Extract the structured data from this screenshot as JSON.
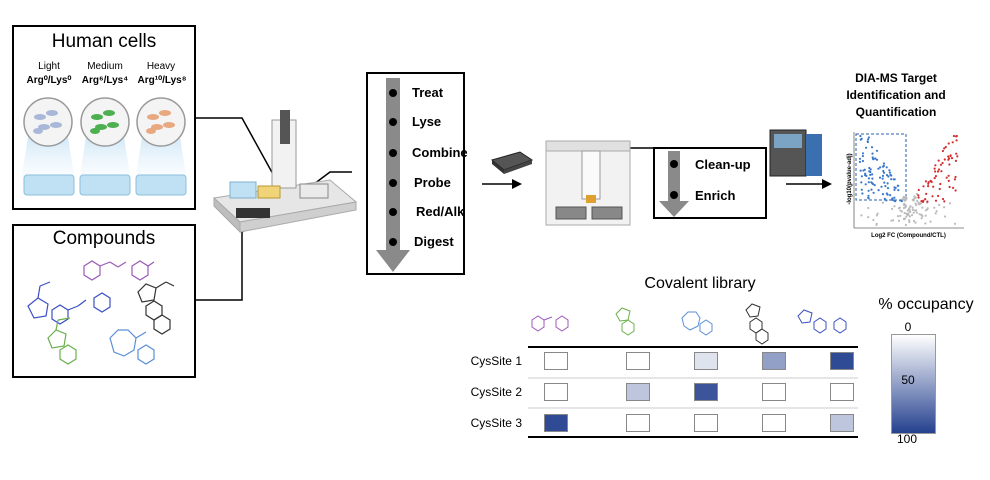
{
  "human_cells": {
    "title": "Human cells",
    "labels": [
      {
        "name": "Light",
        "iso": "Arg⁰/Lys⁰",
        "color": "#a9b8d9"
      },
      {
        "name": "Medium",
        "iso": "Arg⁶/Lys⁴",
        "color": "#4caf50"
      },
      {
        "name": "Heavy",
        "iso": "Arg¹⁰/Lys⁸",
        "color": "#e8a880"
      }
    ]
  },
  "compounds": {
    "title": "Compounds"
  },
  "workflow": {
    "steps": [
      "Treat",
      "Lyse",
      "Combine",
      "Probe",
      "Red/Alk",
      "Digest"
    ],
    "cleanup_steps": [
      "Clean-up",
      "Enrich"
    ]
  },
  "dia": {
    "title_line1": "DIA-MS Target",
    "title_line2": "Identification and",
    "title_line3": "Quantification",
    "ylabel": "-log10(pvalue-adj)",
    "xlabel": "Log2 FC (Compound/CTL)"
  },
  "heatmap": {
    "title": "Covalent library",
    "rows": [
      "CysSite 1",
      "CysSite 2",
      "CysSite 3"
    ],
    "occupancy": [
      [
        0,
        0,
        15,
        50,
        95
      ],
      [
        0,
        30,
        90,
        0,
        0
      ],
      [
        95,
        0,
        0,
        0,
        30
      ]
    ],
    "compound_colors": [
      "#9b59b6",
      "#6ab04c",
      "#5b8fd6",
      "#333333",
      "#3b4fc4"
    ],
    "colorbar_label": "% occupancy",
    "colorbar_ticks": [
      "0",
      "50",
      "100"
    ]
  },
  "colors": {
    "blue_points": "#3a78c9",
    "red_points": "#d32f2f",
    "low": "#ffffff",
    "high": "#25418f"
  }
}
